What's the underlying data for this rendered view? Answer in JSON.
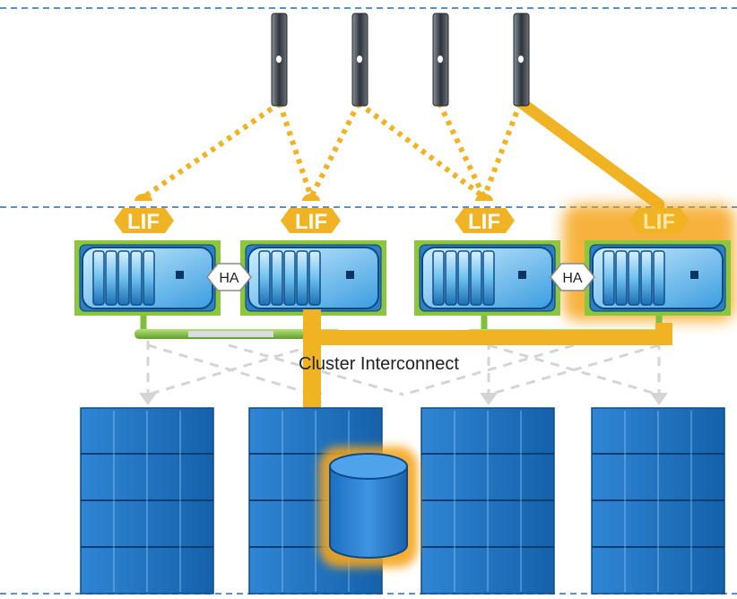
{
  "diagram": {
    "lif_label": "LIF",
    "ha_label": "HA",
    "interconnect_label": "Cluster Interconnect",
    "colors": {
      "path": "#f0b323",
      "divider": "#5b8fc9",
      "controller_frame": "#8cc63f",
      "shelf": "#1a73c4",
      "host": "#3a3f48",
      "node_active": "#f6a51c"
    },
    "host_count": 4,
    "node_count": 4,
    "shelf_count": 4,
    "active_node_index": 3,
    "volume_shelf_index": 1
  }
}
